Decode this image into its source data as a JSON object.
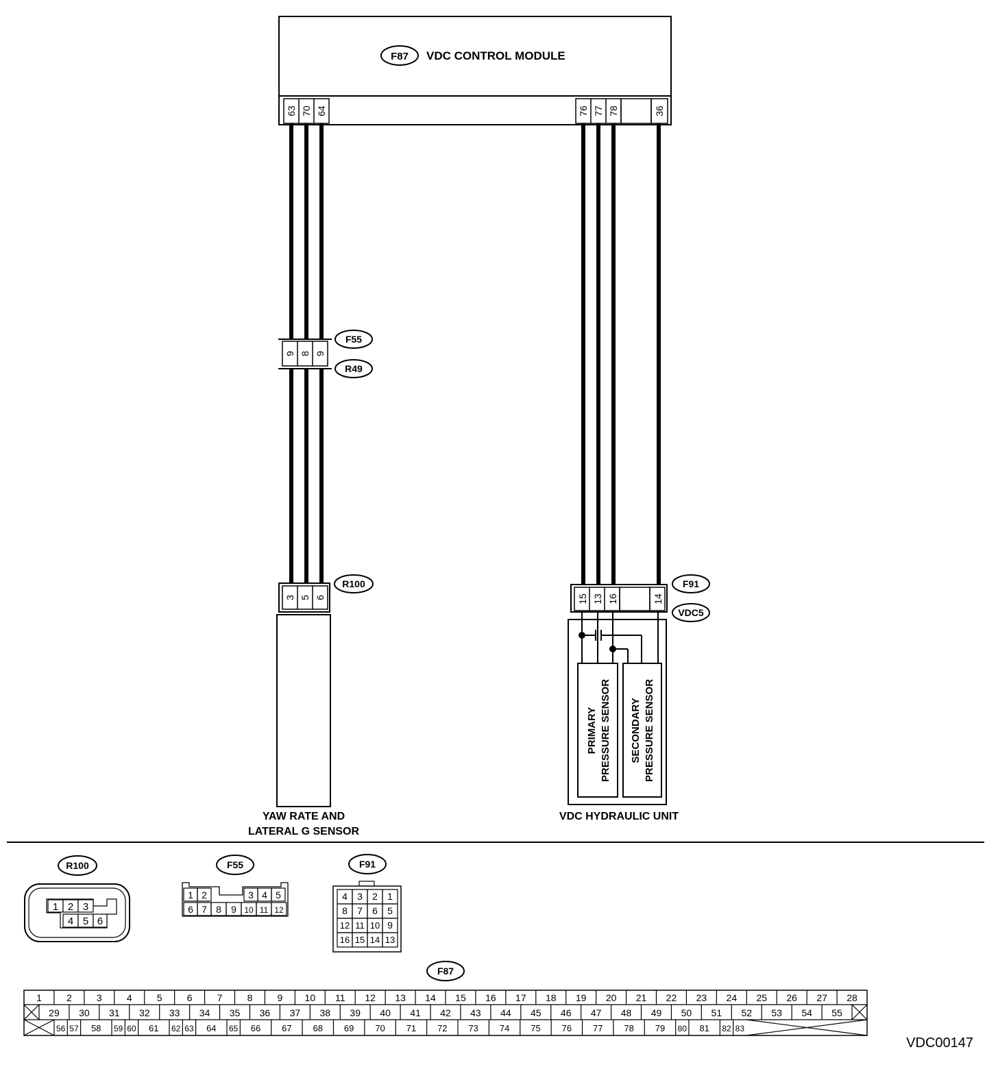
{
  "module": {
    "badge": "F87",
    "name": "VDC CONTROL MODULE",
    "left_pins": [
      "63",
      "70",
      "64"
    ],
    "right_pins": [
      "76",
      "77",
      "78"
    ],
    "far_pin": "36"
  },
  "joint": {
    "top_badge": "F55",
    "bottom_badge": "R49",
    "pins": [
      "9",
      "8",
      "9"
    ]
  },
  "yaw": {
    "badge": "R100",
    "pins": [
      "3",
      "5",
      "6"
    ],
    "label_line1": "YAW RATE AND",
    "label_line2": "LATERAL G SENSOR"
  },
  "hydraulic": {
    "badge_top": "F91",
    "badge_bottom": "VDC5",
    "pins": [
      "15",
      "13",
      "16"
    ],
    "far_pin": "14",
    "primary_line1": "PRIMARY",
    "primary_line2": "PRESSURE SENSOR",
    "secondary_line1": "SECONDARY",
    "secondary_line2": "PRESSURE SENSOR",
    "label": "VDC HYDRAULIC UNIT"
  },
  "connectors": {
    "r100": {
      "badge": "R100",
      "row1": [
        "1",
        "2",
        "3"
      ],
      "row2": [
        "4",
        "5",
        "6"
      ]
    },
    "f55": {
      "badge": "F55",
      "row1_left": [
        "1",
        "2"
      ],
      "row1_right": [
        "3",
        "4",
        "5"
      ],
      "row2": [
        "6",
        "7",
        "8",
        "9",
        "10",
        "11",
        "12"
      ]
    },
    "f91": {
      "badge": "F91",
      "rows": [
        [
          "4",
          "3",
          "2",
          "1"
        ],
        [
          "8",
          "7",
          "6",
          "5"
        ],
        [
          "12",
          "11",
          "10",
          "9"
        ],
        [
          "16",
          "15",
          "14",
          "13"
        ]
      ]
    },
    "f87": {
      "badge": "F87",
      "row1": [
        "1",
        "2",
        "3",
        "4",
        "5",
        "6",
        "7",
        "8",
        "9",
        "10",
        "11",
        "12",
        "13",
        "14",
        "15",
        "16",
        "17",
        "18",
        "19",
        "20",
        "21",
        "22",
        "23",
        "24",
        "25",
        "26",
        "27",
        "28"
      ],
      "row2": [
        "29",
        "30",
        "31",
        "32",
        "33",
        "34",
        "35",
        "36",
        "37",
        "38",
        "39",
        "40",
        "41",
        "42",
        "43",
        "44",
        "45",
        "46",
        "47",
        "48",
        "49",
        "50",
        "51",
        "52",
        "53",
        "54",
        "55"
      ],
      "row3": [
        "56",
        "57",
        "58",
        "59",
        "60",
        "61",
        "62",
        "63",
        "64",
        "65",
        "66",
        "67",
        "68",
        "69",
        "70",
        "71",
        "72",
        "73",
        "74",
        "75",
        "76",
        "77",
        "78",
        "79",
        "80",
        "81",
        "82",
        "83"
      ]
    }
  },
  "figure_code": "VDC00147"
}
